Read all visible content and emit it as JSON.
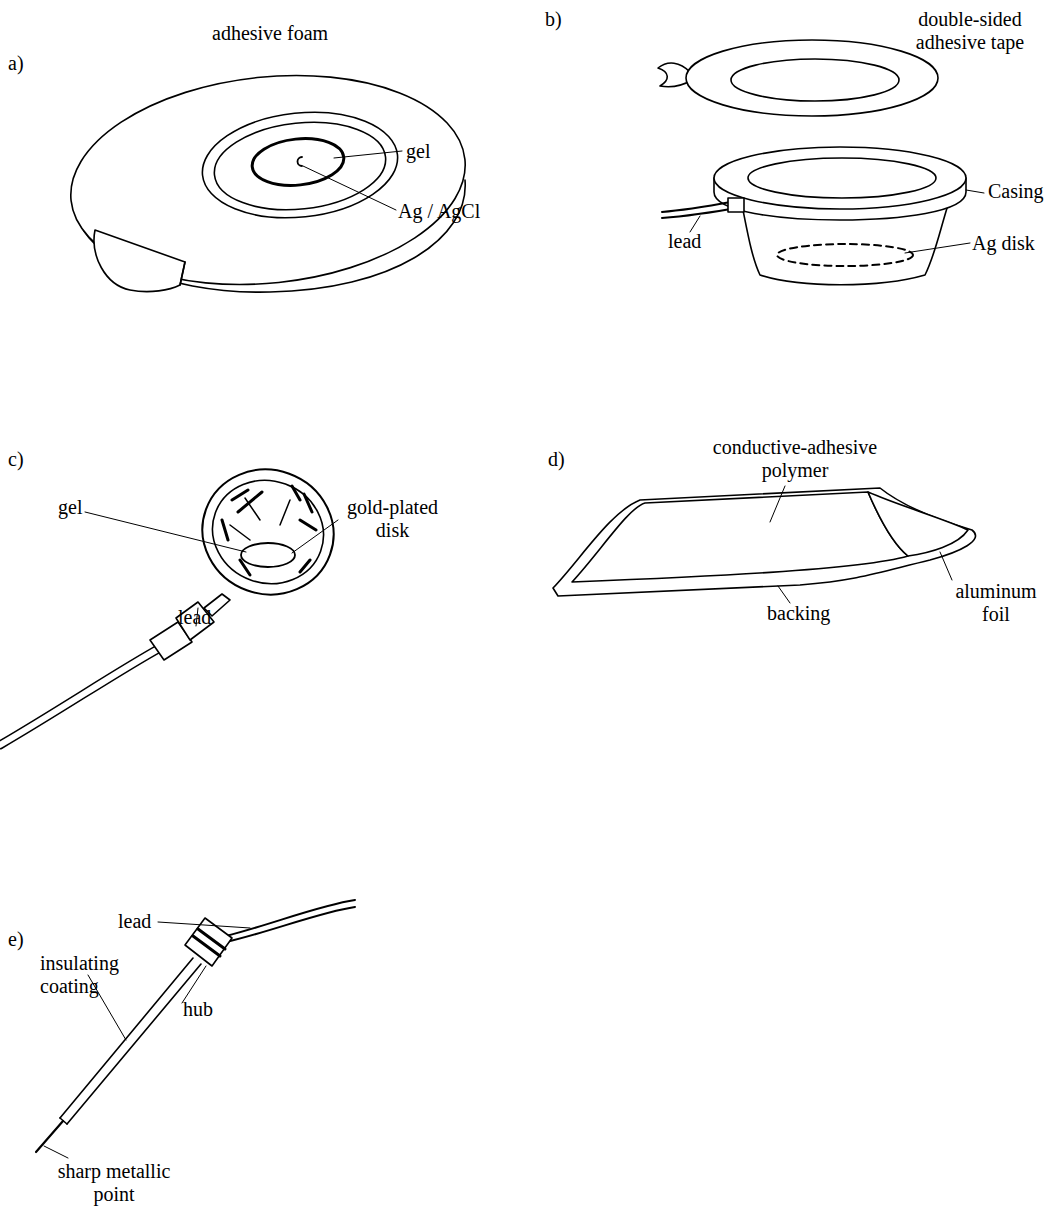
{
  "diagram": {
    "labels": [
      "a)",
      "adhesive foam",
      "gel",
      "Ag / AgCl",
      "b)",
      "double-sided adhesive tape",
      "Casing",
      "lead",
      "Ag disk",
      "c)",
      "gel",
      "gold-plated disk",
      "lead",
      "d)",
      "conductive-adhesive polymer",
      "aluminum foil",
      "backing",
      "e)",
      "lead",
      "insulating coating",
      "hub",
      "sharp metallic point"
    ]
  }
}
